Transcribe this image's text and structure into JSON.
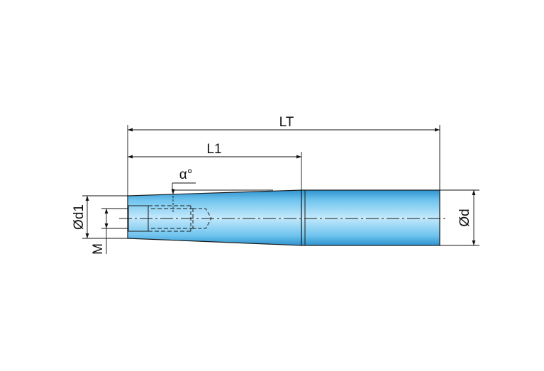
{
  "labels": {
    "total_length": "LT",
    "shank_length": "L1",
    "taper_angle": "α°",
    "tip_diameter": "Ød1",
    "thread": "M",
    "shank_diameter": "Ød"
  },
  "colors": {
    "body_light": "#bfe6fb",
    "body_mid": "#6fc4ee",
    "body_dark": "#2f93cf",
    "outline": "#1b1b1b",
    "dimension": "#111111"
  }
}
